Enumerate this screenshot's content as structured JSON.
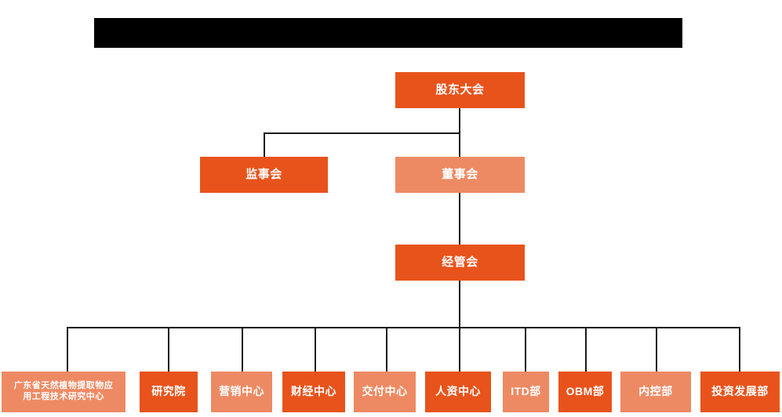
{
  "title_bar": {
    "redacted": true,
    "label": ""
  },
  "colors": {
    "deep_orange": "#E8531B",
    "light_salmon": "#EE8A63",
    "line": "#1a1a1a",
    "text": "#ffffff",
    "background": "#ffffff",
    "redaction": "#000000"
  },
  "chart_data": {
    "type": "diagram",
    "subtype": "organization-chart",
    "title": "",
    "levels": [
      {
        "level": 1,
        "nodes": [
          {
            "id": "shareholders",
            "label": "股东大会",
            "tone": "deep"
          }
        ]
      },
      {
        "level": 2,
        "nodes": [
          {
            "id": "supervisors",
            "label": "监事会",
            "tone": "deep"
          },
          {
            "id": "directors",
            "label": "董事会",
            "tone": "light"
          }
        ]
      },
      {
        "level": 3,
        "nodes": [
          {
            "id": "management",
            "label": "经管会",
            "tone": "deep"
          }
        ]
      },
      {
        "level": 4,
        "nodes": [
          {
            "id": "gd-research-center",
            "label": "广东省天然植物提取物应\n用工程技术研究中心",
            "tone": "light"
          },
          {
            "id": "research-institute",
            "label": "研究院",
            "tone": "deep"
          },
          {
            "id": "marketing-center",
            "label": "营销中心",
            "tone": "light"
          },
          {
            "id": "finance-center",
            "label": "财经中心",
            "tone": "deep"
          },
          {
            "id": "delivery-center",
            "label": "交付中心",
            "tone": "light"
          },
          {
            "id": "hr-center",
            "label": "人资中心",
            "tone": "deep"
          },
          {
            "id": "itd-dept",
            "label": "ITD部",
            "tone": "light"
          },
          {
            "id": "obm-dept",
            "label": "OBM部",
            "tone": "deep"
          },
          {
            "id": "internal-control-dept",
            "label": "内控部",
            "tone": "light"
          },
          {
            "id": "investment-dev-dept",
            "label": "投资发展部",
            "tone": "deep"
          }
        ]
      }
    ],
    "edges": [
      {
        "from": "shareholders",
        "to": "supervisors"
      },
      {
        "from": "shareholders",
        "to": "directors"
      },
      {
        "from": "directors",
        "to": "management"
      },
      {
        "from": "management",
        "to": "gd-research-center"
      },
      {
        "from": "management",
        "to": "research-institute"
      },
      {
        "from": "management",
        "to": "marketing-center"
      },
      {
        "from": "management",
        "to": "finance-center"
      },
      {
        "from": "management",
        "to": "delivery-center"
      },
      {
        "from": "management",
        "to": "hr-center"
      },
      {
        "from": "management",
        "to": "itd-dept"
      },
      {
        "from": "management",
        "to": "obm-dept"
      },
      {
        "from": "management",
        "to": "internal-control-dept"
      },
      {
        "from": "management",
        "to": "investment-dev-dept"
      }
    ]
  },
  "nodes": {
    "shareholders": {
      "label": "股东大会"
    },
    "supervisors": {
      "label": "监事会"
    },
    "directors": {
      "label": "董事会"
    },
    "management": {
      "label": "经管会"
    },
    "gd_center_line1": {
      "label": "广东省天然植物提取物应"
    },
    "gd_center_line2": {
      "label": "用工程技术研究中心"
    },
    "research_institute": {
      "label": "研究院"
    },
    "marketing_center": {
      "label": "营销中心"
    },
    "finance_center": {
      "label": "财经中心"
    },
    "delivery_center": {
      "label": "交付中心"
    },
    "hr_center": {
      "label": "人资中心"
    },
    "itd_dept": {
      "label": "ITD部"
    },
    "obm_dept": {
      "label": "OBM部"
    },
    "internal_control_dept": {
      "label": "内控部"
    },
    "investment_dev_dept": {
      "label": "投资发展部"
    }
  }
}
